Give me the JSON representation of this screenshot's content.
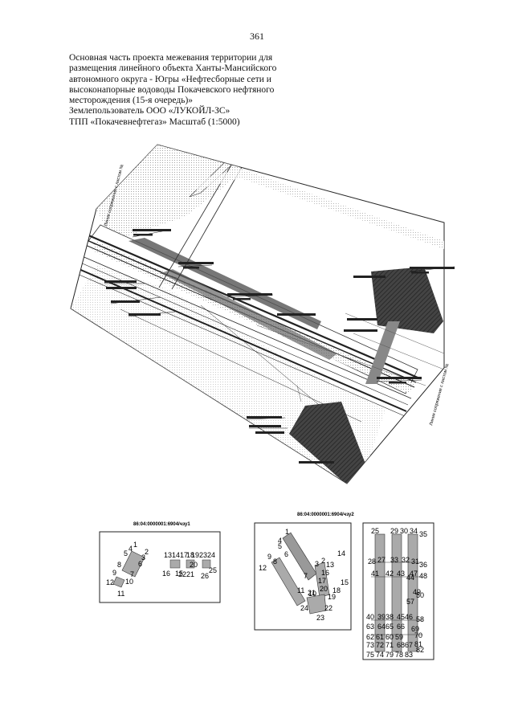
{
  "page": {
    "number": "361",
    "caption_lines": [
      "Основная часть проекта межевания территории для",
      "размещения линейного объекта Ханты-Мансийского",
      "автономного округа - Югры «Нефтесборные сети и",
      "высоконапорные водоводы Покачевского нефтяного",
      "месторождения (15-я очередь)»",
      "Землепользователь ООО «ЛУКОЙЛ-ЗС»",
      "ТПП «Покачевнефтегаз» Масштаб (1:5000)"
    ]
  },
  "map": {
    "edge_label_left": "Линия сопряжения с листом №",
    "edge_label_right": "Линия сопряжения с листом №"
  },
  "insets": {
    "left_title": "86:04:0000001:6904/чзу1",
    "middle_title": "86:04:0000001:6904/чзу2",
    "left_points": [
      "1",
      "2",
      "3",
      "4",
      "5",
      "6",
      "7",
      "8",
      "9",
      "10",
      "11",
      "12",
      "13",
      "14",
      "15",
      "16",
      "17",
      "18",
      "19",
      "20",
      "21",
      "22",
      "23",
      "24",
      "25",
      "26"
    ],
    "middle_points": [
      "1",
      "2",
      "3",
      "4",
      "5",
      "6",
      "7",
      "8",
      "9",
      "10",
      "11",
      "12",
      "13",
      "14",
      "15",
      "16",
      "17",
      "18",
      "19",
      "20",
      "21",
      "22",
      "23",
      "24"
    ],
    "right_points": [
      "25",
      "29",
      "30",
      "34",
      "35",
      "28",
      "27",
      "33",
      "32",
      "31",
      "36",
      "41",
      "42",
      "43",
      "44",
      "47",
      "48",
      "40",
      "39",
      "38",
      "45",
      "46",
      "49",
      "50",
      "63",
      "64",
      "65",
      "66",
      "57",
      "58",
      "62",
      "61",
      "60",
      "59",
      "69",
      "70",
      "73",
      "72",
      "71",
      "68",
      "67",
      "81",
      "82",
      "75",
      "74",
      "79",
      "78",
      "83"
    ]
  }
}
